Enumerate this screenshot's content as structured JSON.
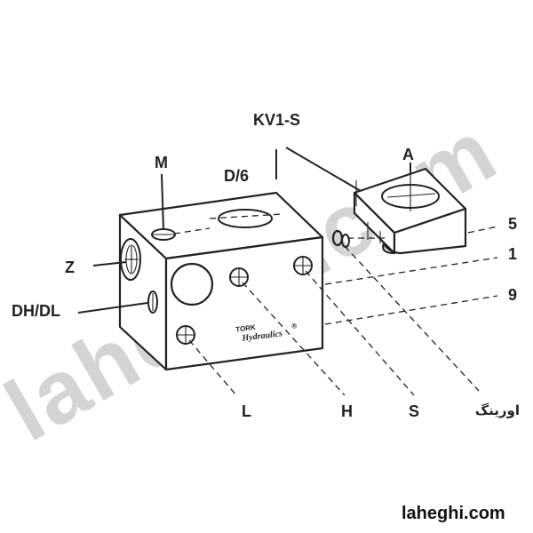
{
  "watermark": {
    "text": "laheghi.com",
    "color": "#d4d4d4"
  },
  "site_label": "laheghi.com",
  "brand": {
    "line1": "TORK",
    "line2": "Hydraulics",
    "mark": "®"
  },
  "labels": {
    "kv1s": "KV1-S",
    "m": "M",
    "d6": "D/6",
    "a": "A",
    "five": "5",
    "one": "1",
    "nine": "9",
    "z": "Z",
    "dhdl": "DH/DL",
    "l": "L",
    "h": "H",
    "s": "S",
    "oring": "اورینگ"
  },
  "colors": {
    "line": "#222222",
    "background": "#ffffff"
  }
}
